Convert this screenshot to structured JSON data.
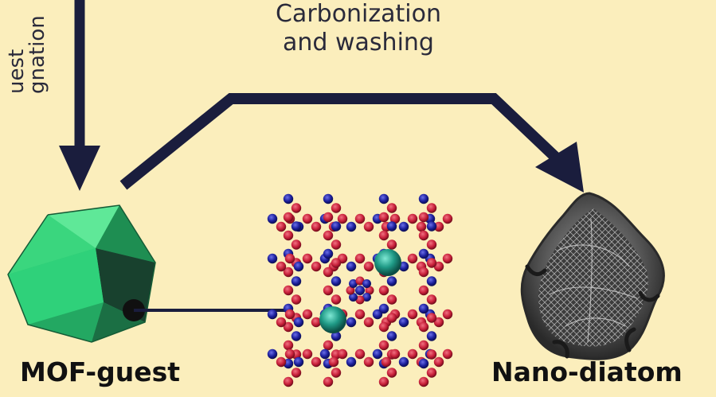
{
  "diagram": {
    "process_label_line1": "Carbonization",
    "process_label_line2": "and washing",
    "vertical_label_line1": "uest",
    "vertical_label_line2": "gnation",
    "left_node": "MOF-guest",
    "right_node": "Nano-diatom"
  },
  "colors": {
    "background": "#fbeebc",
    "arrow": "#1a1d3d",
    "mof_green": "#2fd17a",
    "pore_red": "#c8203a",
    "pore_blue": "#1c1f9c",
    "guest_teal": "#1f9a86",
    "diatom_gray": "#555555"
  }
}
